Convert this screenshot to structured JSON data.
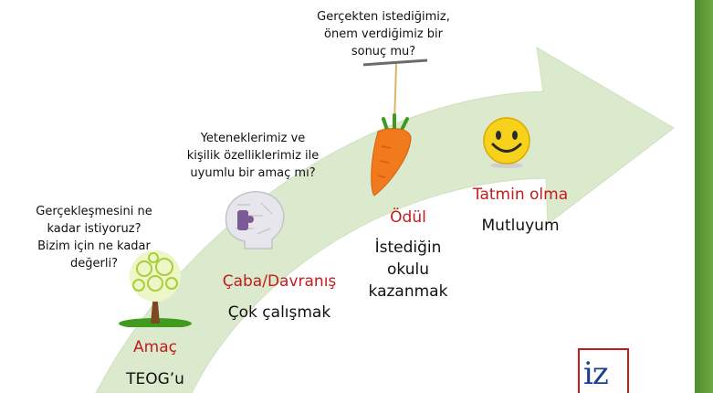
{
  "colors": {
    "accent_red": "#c41c1c",
    "arrow_green": "#dbe9cd",
    "border_green": "#5f9a3a",
    "logo_blue": "#1b3f8f"
  },
  "questions": {
    "goal": [
      "Gerçekleşmesini ne",
      "kadar istiyoruz?",
      "Bizim için ne kadar",
      "değerli?"
    ],
    "effort": [
      "Yeteneklerimiz ve",
      "kişilik özelliklerimiz ile",
      "uyumlu bir amaç mı?"
    ],
    "reward": [
      "Gerçekten istediğimiz,",
      "önem verdiğimiz bir",
      "sonuç mu?"
    ]
  },
  "stages": {
    "goal": {
      "heading": "Amaç",
      "text": "TEOG’u"
    },
    "effort": {
      "heading": "Çaba/Davranış",
      "text": "Çok çalışmak"
    },
    "reward": {
      "heading": "Ödül",
      "lines": [
        "İstediğin",
        "okulu",
        "kazanmak"
      ]
    },
    "satisfaction": {
      "heading": "Tatmin olma",
      "text": "Mutluyum"
    }
  },
  "icons": [
    "tree-icon",
    "puzzle-head-icon",
    "carrot-icon",
    "smiley-icon"
  ],
  "logo": {
    "text": "iz"
  }
}
